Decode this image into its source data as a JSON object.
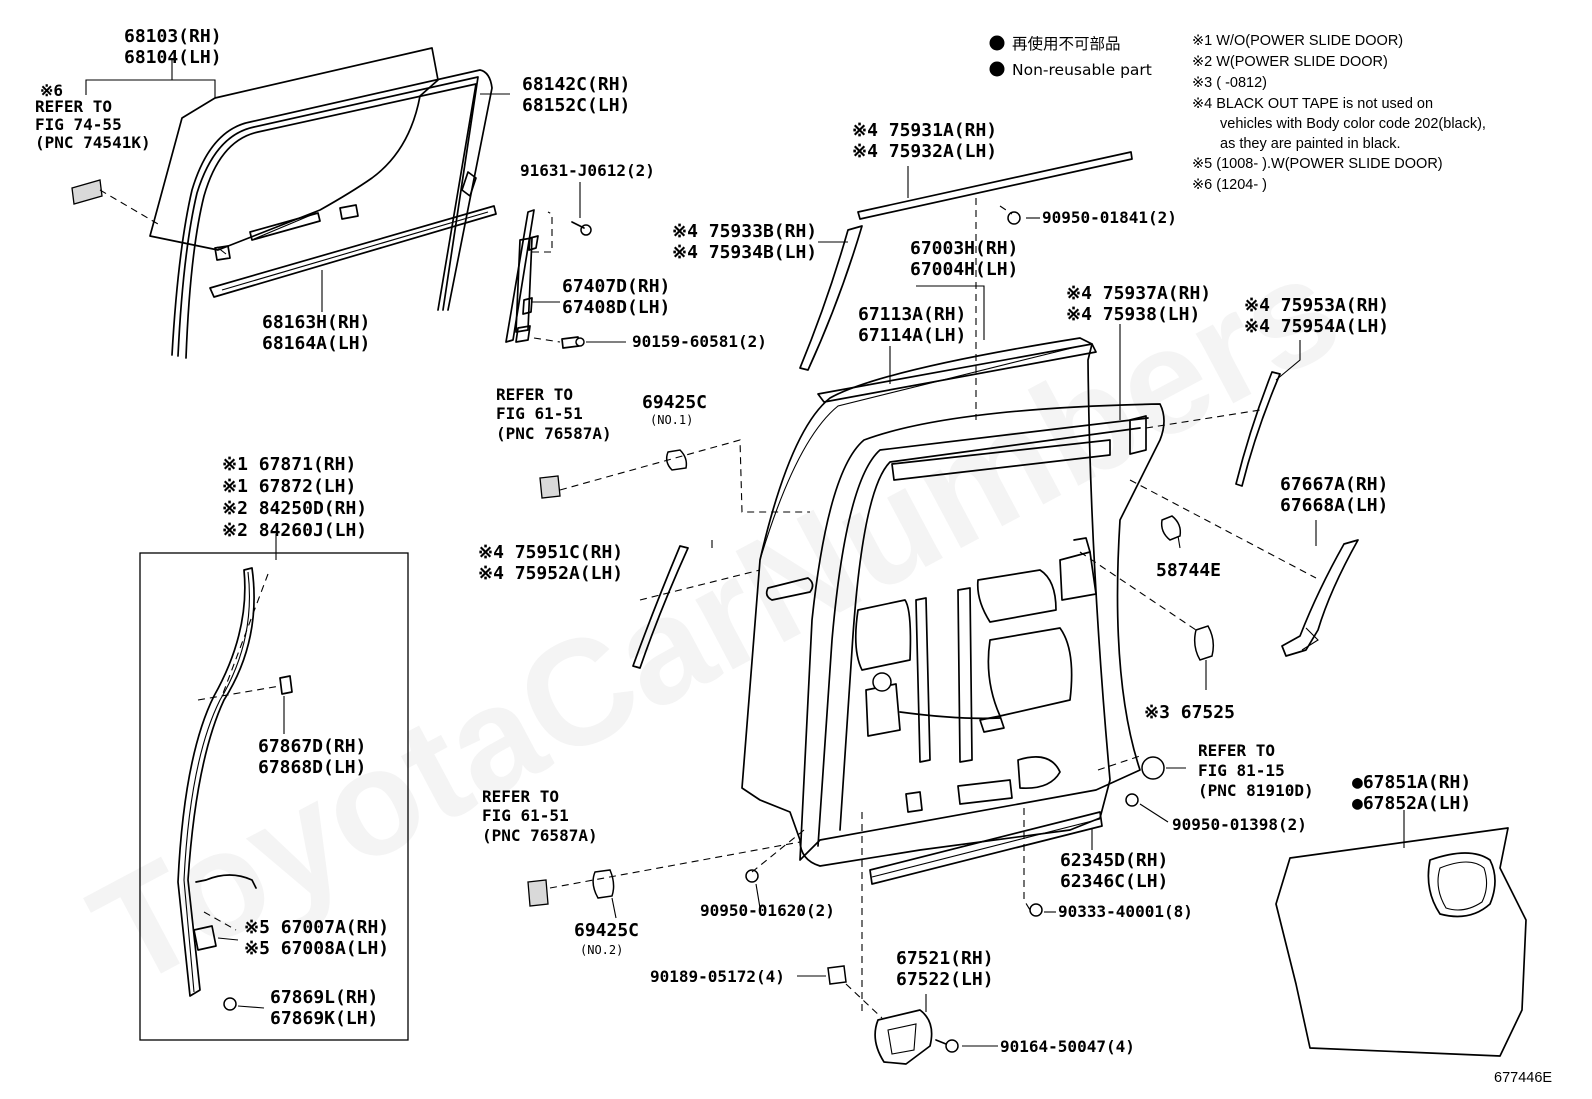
{
  "watermark": "ToyotaCarNumbers",
  "legend": {
    "jp": "再使用不可部品",
    "en": "Non-reusable part"
  },
  "notes": [
    "※1 W/O(POWER SLIDE DOOR)",
    "※2 W(POWER SLIDE DOOR)",
    "※3 (        -0812)",
    "※4 BLACK OUT TAPE is not used on",
    "vehicles with Body color code 202(black),",
    "as they are painted in black.",
    "※5 (1008-        ).W(POWER SLIDE DOOR)",
    "※6 (1204-        )"
  ],
  "labels": {
    "glass": [
      "68103(RH)",
      "68104(LH)"
    ],
    "refer_glass": [
      "※6",
      "REFER TO",
      "FIG 74-55",
      "(PNC 74541K)"
    ],
    "run": [
      "68142C(RH)",
      "68152C(LH)"
    ],
    "weatherstrip": [
      "68163H(RH)",
      "68164A(LH)"
    ],
    "bolt1": "91631-J0612(2)",
    "channel": [
      "67407D(RH)",
      "67408D(LH)"
    ],
    "bolt2": "90159-60581(2)",
    "tape_front": [
      "※4 75933B(RH)",
      "※4 75934B(LH)"
    ],
    "tape_top": [
      "※4 75931A(RH)",
      "※4 75932A(LH)"
    ],
    "clip_top": "90950-01841(2)",
    "door_panel": [
      "67003H(RH)",
      "67004H(LH)"
    ],
    "door_frame": [
      "67113A(RH)",
      "67114A(LH)"
    ],
    "tape_center": [
      "※4 75937A(RH)",
      "※4 75938(LH)"
    ],
    "tape_rear": [
      "※4 75953A(RH)",
      "※4 75954A(LH)"
    ],
    "refer_top": [
      "REFER TO",
      "FIG 61-51",
      "(PNC 76587A)"
    ],
    "bumper1": "69425C",
    "bumper1_sub": "(NO.1)",
    "tape_lower": [
      "※4 75951C(RH)",
      "※4 75952A(LH)"
    ],
    "cover_rear": [
      "67667A(RH)",
      "67668A(LH)"
    ],
    "plug1": "58744E",
    "plug2": "※3 67525",
    "box_parts": [
      "※1 67871(RH)",
      "※1 67872(LH)",
      "※2 84250D(RH)",
      "※2 84260J(LH)"
    ],
    "clip_box": [
      "67867D(RH)",
      "67868D(LH)"
    ],
    "protector": [
      "※5 67007A(RH)",
      "※5 67008A(LH)"
    ],
    "clip_box2": [
      "67869L(RH)",
      "67869K(LH)"
    ],
    "refer_mid": [
      "REFER TO",
      "FIG 81-15",
      "(PNC 81910D)"
    ],
    "plug3": "90950-01398(2)",
    "service_hole": [
      "●67851A(RH)",
      "●67852A(LH)"
    ],
    "refer_low": [
      "REFER TO",
      "FIG 61-51",
      "(PNC 76587A)"
    ],
    "bumper2": "69425C",
    "bumper2_sub": "(NO.2)",
    "plug4": "90950-01620(2)",
    "weatherstrip_low": [
      "62345D(RH)",
      "62346C(LH)"
    ],
    "plug5": "90333-40001(8)",
    "bolt3": "90189-05172(4)",
    "hinge": [
      "67521(RH)",
      "67522(LH)"
    ],
    "bolt4": "90164-50047(4)",
    "figure_id": "677446E"
  }
}
